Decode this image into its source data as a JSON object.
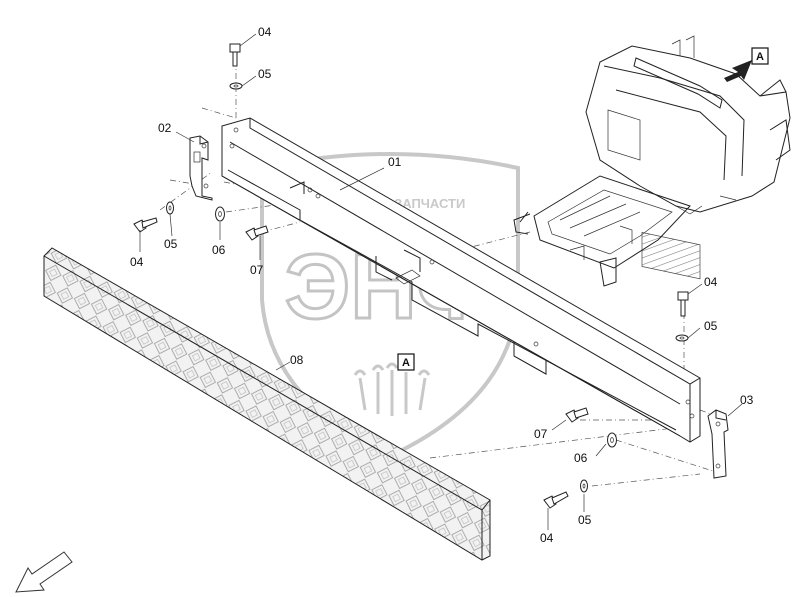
{
  "watermark": {
    "top_text": "ТЕХНИКА ⊛ ЗАПЧАСТИ",
    "logo_text": "ЭНФ"
  },
  "view_markers": [
    "A",
    "A"
  ],
  "callouts": [
    {
      "id": "04-top-left",
      "text": "04"
    },
    {
      "id": "05-top-left",
      "text": "05"
    },
    {
      "id": "02",
      "text": "02"
    },
    {
      "id": "01",
      "text": "01"
    },
    {
      "id": "05-left",
      "text": "05"
    },
    {
      "id": "06-left",
      "text": "06"
    },
    {
      "id": "04-left",
      "text": "04"
    },
    {
      "id": "07-left",
      "text": "07"
    },
    {
      "id": "08",
      "text": "08"
    },
    {
      "id": "04-right",
      "text": "04"
    },
    {
      "id": "05-right",
      "text": "05"
    },
    {
      "id": "03",
      "text": "03"
    },
    {
      "id": "07-right",
      "text": "07"
    },
    {
      "id": "06-right",
      "text": "06"
    },
    {
      "id": "05-bottom-right",
      "text": "05"
    },
    {
      "id": "04-bottom-right",
      "text": "04"
    }
  ]
}
